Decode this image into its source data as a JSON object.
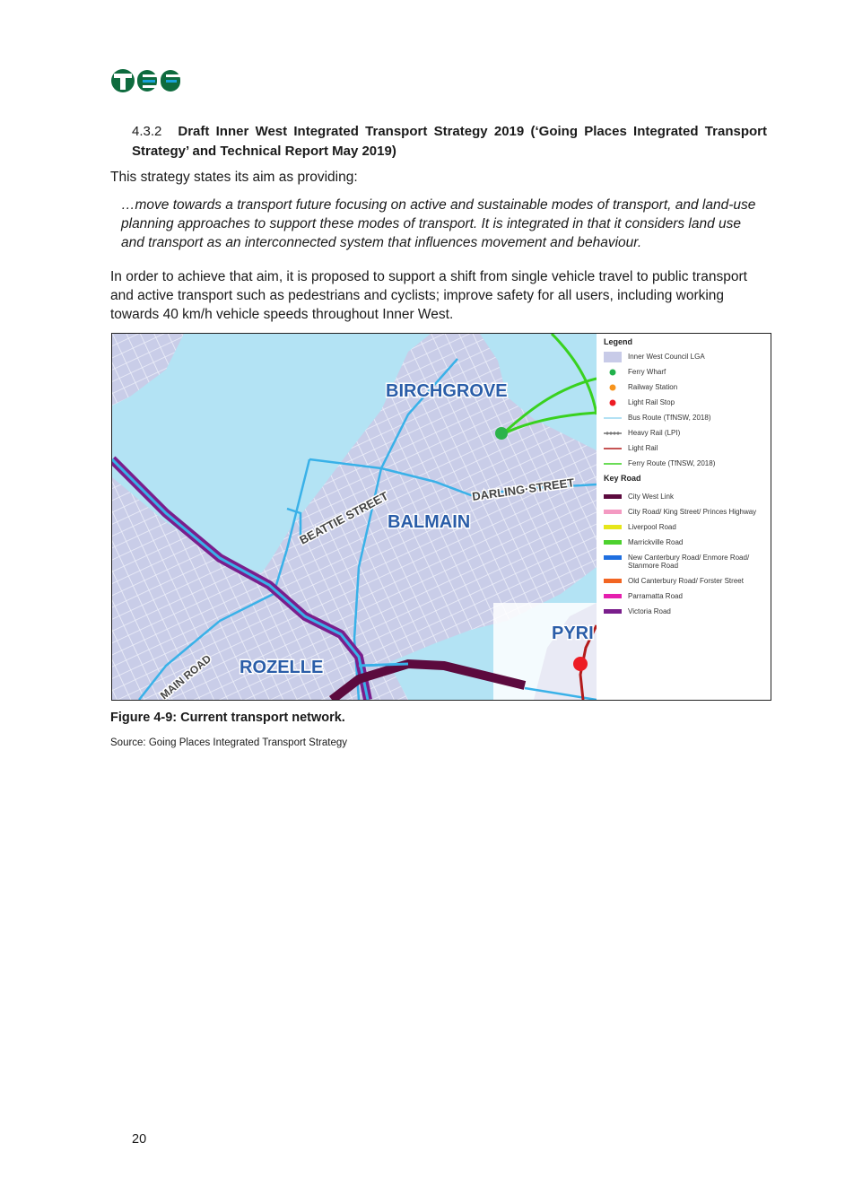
{
  "header": {
    "logo_text": "TEF"
  },
  "section": {
    "number": "4.3.2",
    "title": "Draft Inner West Integrated Transport Strategy 2019 (‘Going Places Integrated Transport Strategy’ and Technical Report May 2019)"
  },
  "body": {
    "intro": "This strategy states its aim as providing:",
    "quote": "…move towards a transport future focusing on active and sustainable modes of transport, and land-use planning approaches to support these modes of transport. It is integrated in that it considers land use and transport as an interconnected system that influences movement and behaviour.",
    "paragraph": "In order to achieve that aim, it is proposed to support a shift from single vehicle travel to public transport and active transport such as pedestrians and cyclists; improve safety for all users, including working towards 40 km/h vehicle speeds throughout Inner West."
  },
  "map": {
    "labels": {
      "birchgrove": "BIRCHGROVE",
      "balmain": "BALMAIN",
      "rozelle": "ROZELLE",
      "pyrmont": "PYRI",
      "darling_street": "DARLING·STREET",
      "beattie_street": "BEATTIE STREET",
      "main_road": "MAIN ROAD"
    },
    "colors": {
      "water": "#b3e3f4",
      "land": "#cdd0ea",
      "bus_route": "#39b1e8",
      "ferry_route": "#39d11f",
      "victoria_road": "#7a1e8c",
      "city_west_link": "#5c0a3e",
      "light_rail": "#d91a1a"
    },
    "legend": {
      "title": "Legend",
      "items": [
        {
          "label": "Inner West Council LGA",
          "symbol": "box",
          "color": "#c8cbe8"
        },
        {
          "label": "Ferry Wharf",
          "symbol": "dot",
          "color": "#22b14c"
        },
        {
          "label": "Railway Station",
          "symbol": "dot",
          "color": "#f7941d"
        },
        {
          "label": "Light Rail Stop",
          "symbol": "dot",
          "color": "#ed1c24"
        },
        {
          "label": "Bus Route (TfNSW, 2018)",
          "symbol": "line",
          "color": "#9ad7f0"
        },
        {
          "label": "Heavy Rail (LPI)",
          "symbol": "rail",
          "color": "#555555"
        },
        {
          "label": "Light Rail",
          "symbol": "line",
          "color": "#b31b1b"
        },
        {
          "label": "Ferry Route (TfNSW, 2018)",
          "symbol": "line",
          "color": "#39d11f"
        }
      ],
      "key_road_title": "Key Road",
      "key_roads": [
        {
          "label": "City West Link",
          "color": "#5c0a3e"
        },
        {
          "label": "City Road/ King Street/ Princes Highway",
          "color": "#f49ac2"
        },
        {
          "label": "Liverpool Road",
          "color": "#e6e61a"
        },
        {
          "label": "Marrickville Road",
          "color": "#4dd12e"
        },
        {
          "label": "New Canterbury Road/ Enmore Road/ Stanmore Road",
          "color": "#1f6fe0"
        },
        {
          "label": "Old Canterbury Road/ Forster Street",
          "color": "#f26522"
        },
        {
          "label": "Parramatta Road",
          "color": "#e51fae"
        },
        {
          "label": "Victoria Road",
          "color": "#7a1e8c"
        }
      ]
    }
  },
  "figure": {
    "caption": "Figure 4-9: Current transport network.",
    "source": "Source: Going Places Integrated Transport Strategy"
  },
  "footer": {
    "page_number": "20"
  }
}
